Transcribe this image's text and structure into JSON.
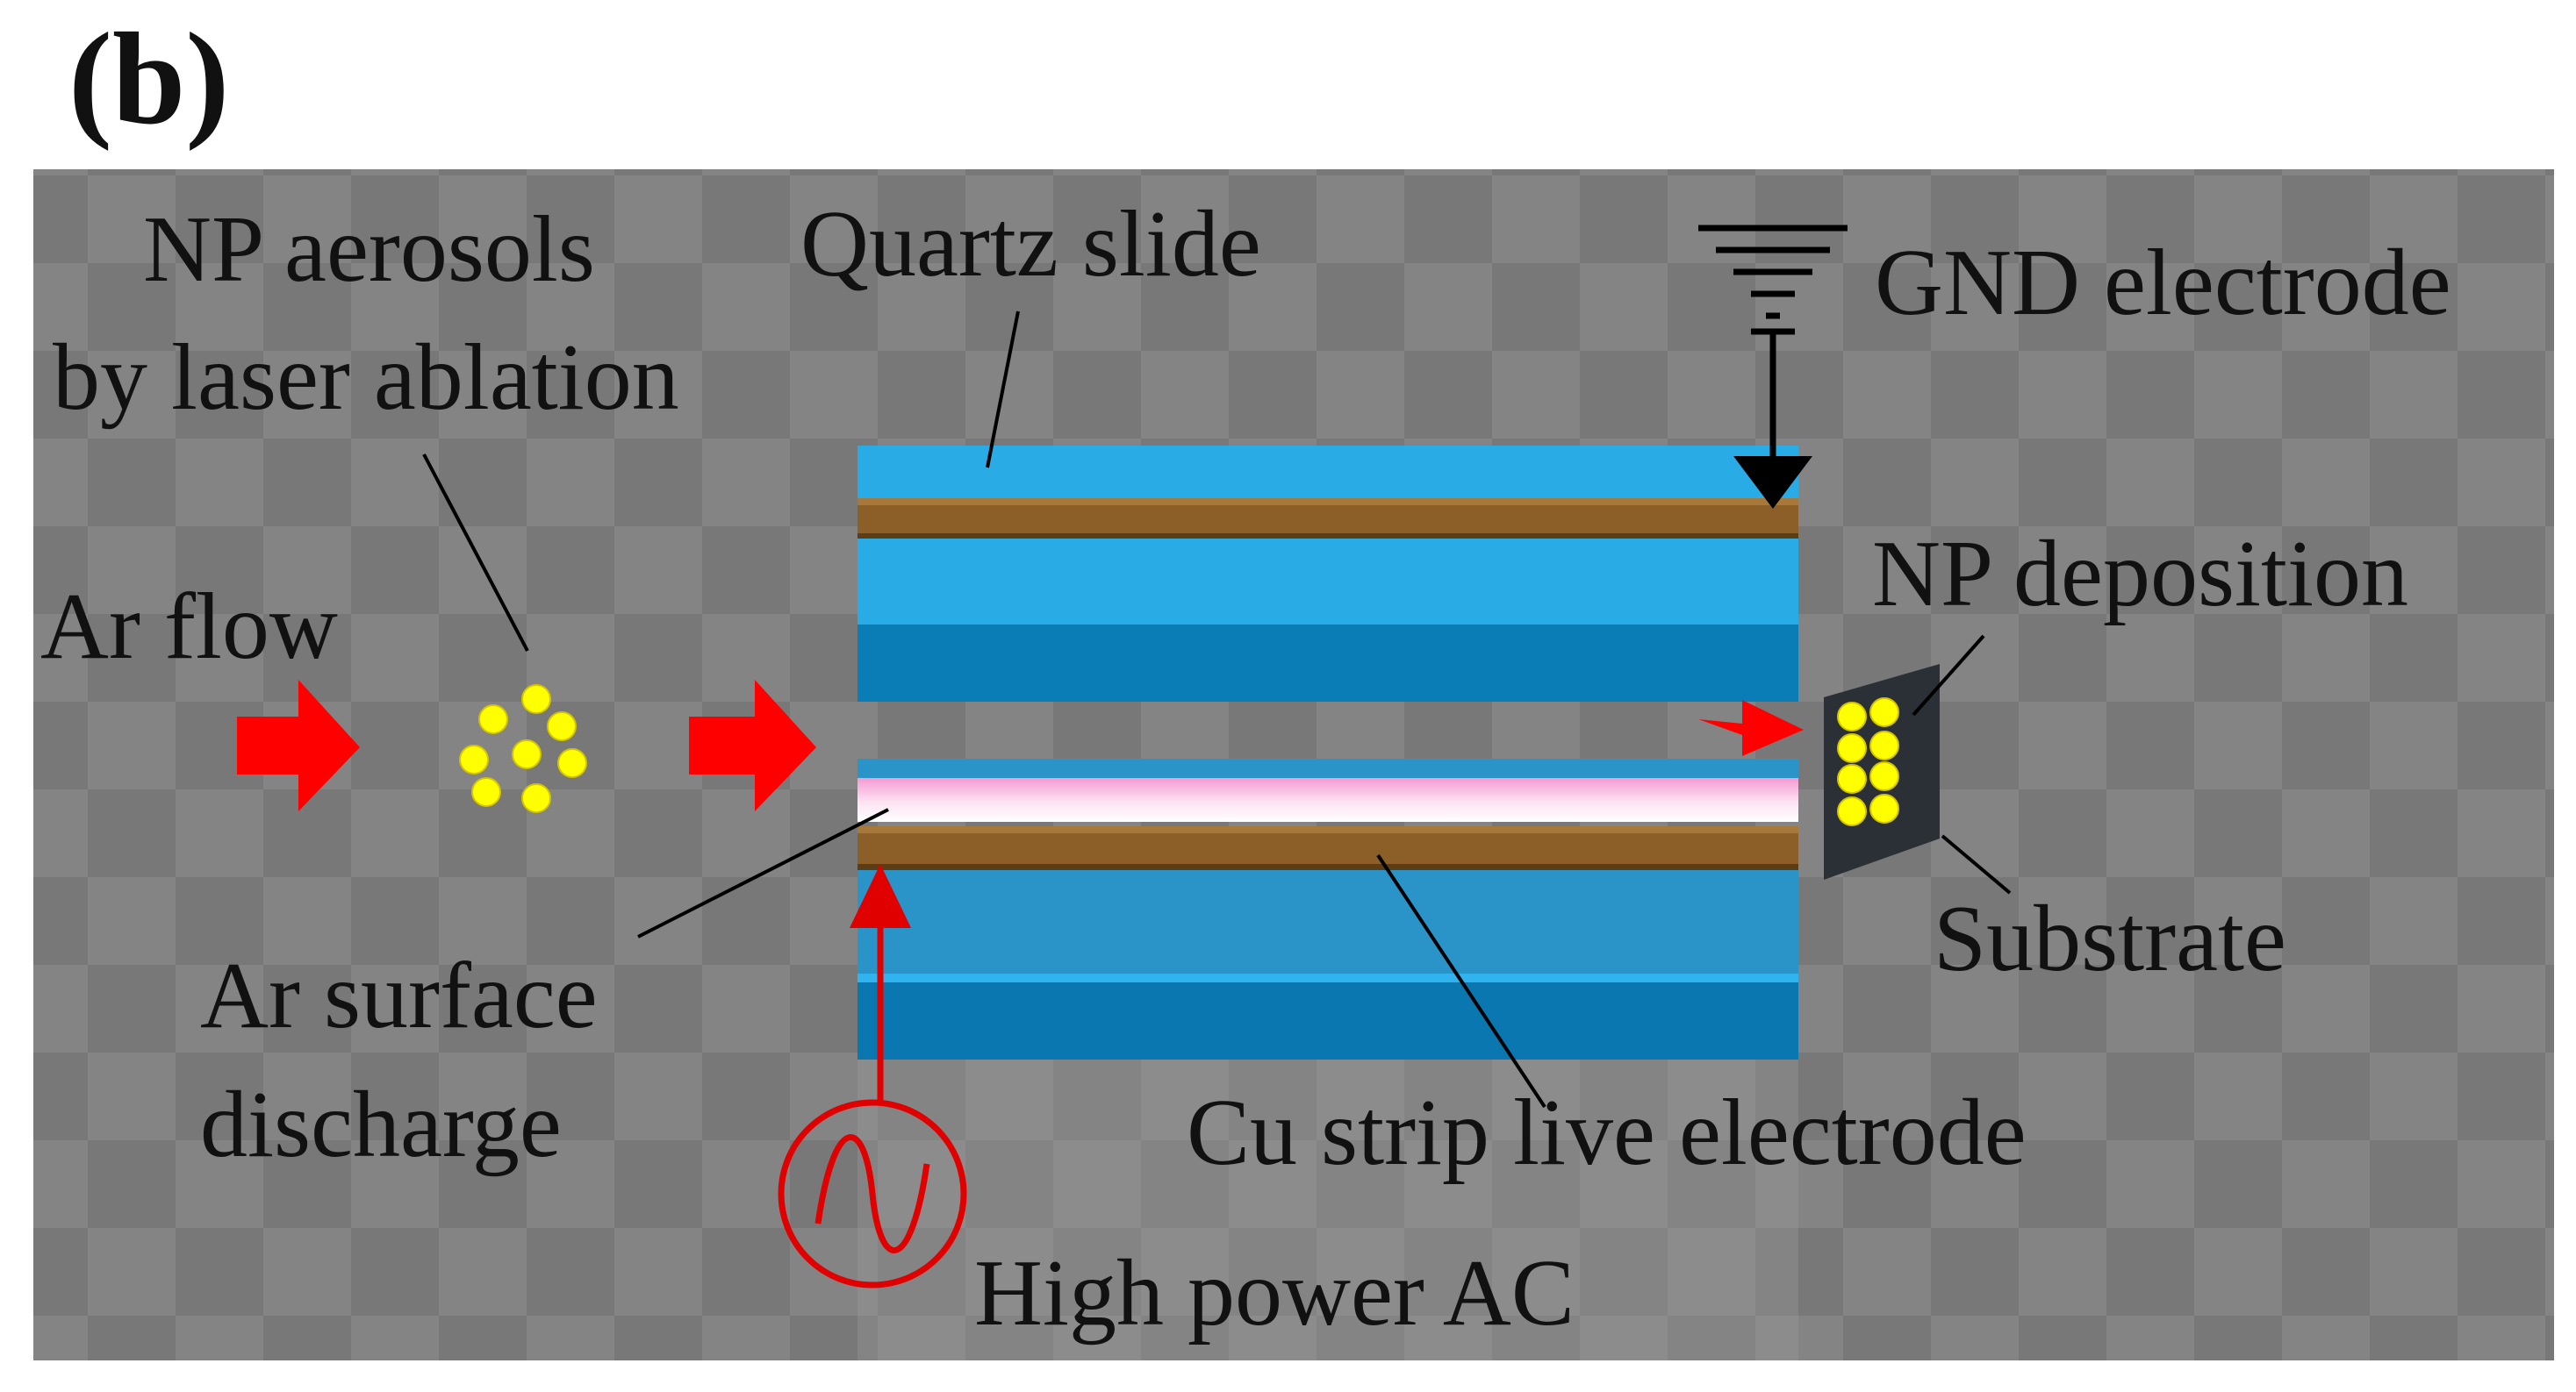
{
  "figure": {
    "panel_label": "(b)"
  },
  "labels": {
    "np_aerosols_line1": "NP aerosols",
    "np_aerosols_line2": "by laser ablation",
    "quartz_slide": "Quartz slide",
    "gnd_electrode": "GND electrode",
    "ar_flow": "Ar flow",
    "np_deposition": "NP deposition",
    "substrate": "Substrate",
    "ar_surface_discharge_line1": "Ar surface",
    "ar_surface_discharge_line2": "discharge",
    "cu_strip": "Cu strip live electrode",
    "high_power_ac": "High power AC"
  },
  "colors": {
    "quartz_light": "#29ace6",
    "quartz_dark": "#0b7db6",
    "quartz_lower_light": "#2a93c8",
    "quartz_lower_dark": "#0a77b0",
    "cu_strip": "#8c5f28",
    "discharge_pink": "#f6b3dc",
    "flow_arrow": "#ff0000",
    "nanoparticle": "#ffff00",
    "substrate": "#2b2f36",
    "background_grid_a": "#8a8a8a",
    "background_grid_b": "#7c7c7c",
    "ac_source": "#e00000"
  },
  "icons": {
    "ground": "ground-symbol-icon",
    "ac_source": "ac-source-icon"
  }
}
